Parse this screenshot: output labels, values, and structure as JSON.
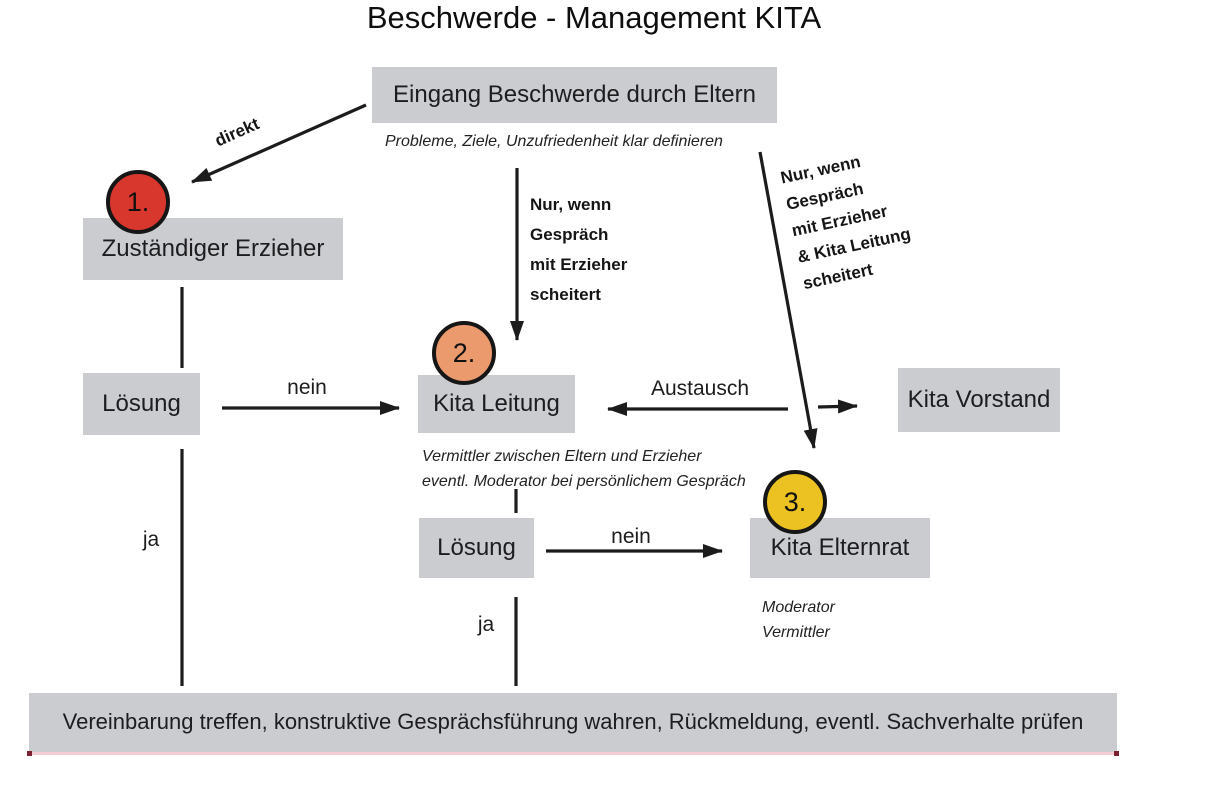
{
  "title": "Beschwerde - Management KITA",
  "colors": {
    "box_gray": "#cbccd0",
    "step1_red": "#d8372e",
    "step2_orange": "#eb9a6e",
    "step3_yellow": "#ecc222",
    "line_black": "#1c1c1c",
    "underline_pink": "#f5cdd5"
  },
  "nodes": {
    "eingang": {
      "label": "Eingang Beschwerde durch Eltern",
      "note": "Probleme, Ziele, Unzufriedenheit klar definieren"
    },
    "erzieher": {
      "step": "1.",
      "label": "Zuständiger Erzieher"
    },
    "loesung1": {
      "label": "Lösung"
    },
    "leitung": {
      "step": "2.",
      "label": "Kita Leitung",
      "notes": [
        "Vermittler zwischen Eltern und Erzieher",
        "eventl. Moderator bei persönlichem Gespräch"
      ]
    },
    "vorstand": {
      "label": "Kita Vorstand"
    },
    "loesung2": {
      "label": "Lösung"
    },
    "elternrat": {
      "step": "3.",
      "label": "Kita Elternrat",
      "notes": [
        "Moderator",
        "Vermittler"
      ]
    },
    "ergebnis": {
      "label": "Vereinbarung treffen, konstruktive Gesprächsführung wahren, Rückmeldung, eventl. Sachverhalte prüfen"
    }
  },
  "edges": {
    "direkt": "direkt",
    "cond_leitung": [
      "Nur, wenn",
      "Gespräch",
      "mit Erzieher",
      "scheitert"
    ],
    "cond_elternrat": [
      "Nur, wenn",
      "Gespräch",
      "mit Erzieher",
      "& Kita Leitung",
      "scheitert"
    ],
    "nein1": "nein",
    "nein2": "nein",
    "ja1": "ja",
    "ja2": "ja",
    "austausch": "Austausch"
  }
}
